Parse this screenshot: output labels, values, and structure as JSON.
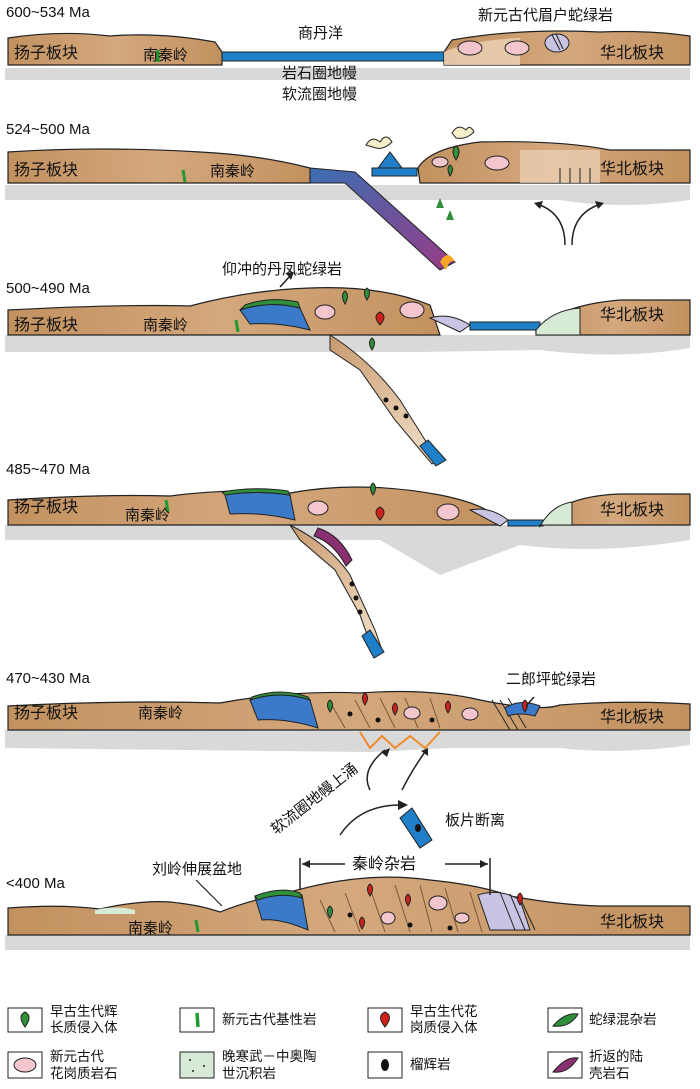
{
  "stages": [
    {
      "time": "600~534 Ma",
      "labels": {
        "yangtze": "扬子板块",
        "nanqinling": "南秦岭",
        "north_china": "华北板块",
        "ocean": "商丹洋",
        "lithosphere": "岩石圈地幔",
        "asthenosphere": "软流圈地幔",
        "ophiolite": "新元古代眉户蛇绿岩"
      }
    },
    {
      "time": "524~500 Ma",
      "labels": {
        "yangtze": "扬子板块",
        "nanqinling": "南秦岭",
        "north_china": "华北板块"
      }
    },
    {
      "time": "500~490 Ma",
      "labels": {
        "yangtze": "扬子板块",
        "nanqinling": "南秦岭",
        "north_china": "华北板块",
        "obducted": "仰冲的丹凤蛇绿岩"
      }
    },
    {
      "time": "485~470 Ma",
      "labels": {
        "yangtze": "扬子板块",
        "nanqinling": "南秦岭",
        "north_china": "华北板块"
      }
    },
    {
      "time": "470~430 Ma",
      "labels": {
        "yangtze": "扬子板块",
        "nanqinling": "南秦岭",
        "north_china": "华北板块",
        "erlangping": "二郎坪蛇绿岩",
        "upwelling": "软流圈地幔上涌",
        "breakoff": "板片断离"
      }
    },
    {
      "time": "<400 Ma",
      "labels": {
        "nanqinling": "南秦岭",
        "north_china": "华北板块",
        "basin": "刘岭伸展盆地",
        "melange": "秦岭杂岩"
      }
    }
  ],
  "legend": [
    {
      "icon": "mafic-intrusion-icon",
      "line1": "早古生代辉",
      "line2": "长质侵入体"
    },
    {
      "icon": "basic-rock-icon",
      "line1": "新元古代基性岩",
      "line2": ""
    },
    {
      "icon": "granitic-intrusion-icon",
      "line1": "早古生代花",
      "line2": "岗质侵入体"
    },
    {
      "icon": "ophiolitic-melange-icon",
      "line1": "蛇绿混杂岩",
      "line2": ""
    },
    {
      "icon": "neoproterozoic-granite-icon",
      "line1": "新元古代",
      "line2": "花岗质岩石"
    },
    {
      "icon": "sediment-icon",
      "line1": "晚寒武－中奥陶",
      "line2": "世沉积岩"
    },
    {
      "icon": "eclogite-icon",
      "line1": "榴辉岩",
      "line2": ""
    },
    {
      "icon": "exhumed-crust-icon",
      "line1": "折返的陆",
      "line2": "壳岩石"
    }
  ],
  "colors": {
    "crust": "#c89a6e",
    "crust_light": "#e9cfb3",
    "mantle": "#d9d9d9",
    "ocean": "#1f7fc8",
    "ophiolite_green": "#2f8f3a",
    "granite_red": "#d0201c",
    "granite_pink": "#f2c6cc",
    "sediment": "#d6ead6",
    "exhumed": "#8a2f6f",
    "slab_dark": "#5a4a8a"
  }
}
